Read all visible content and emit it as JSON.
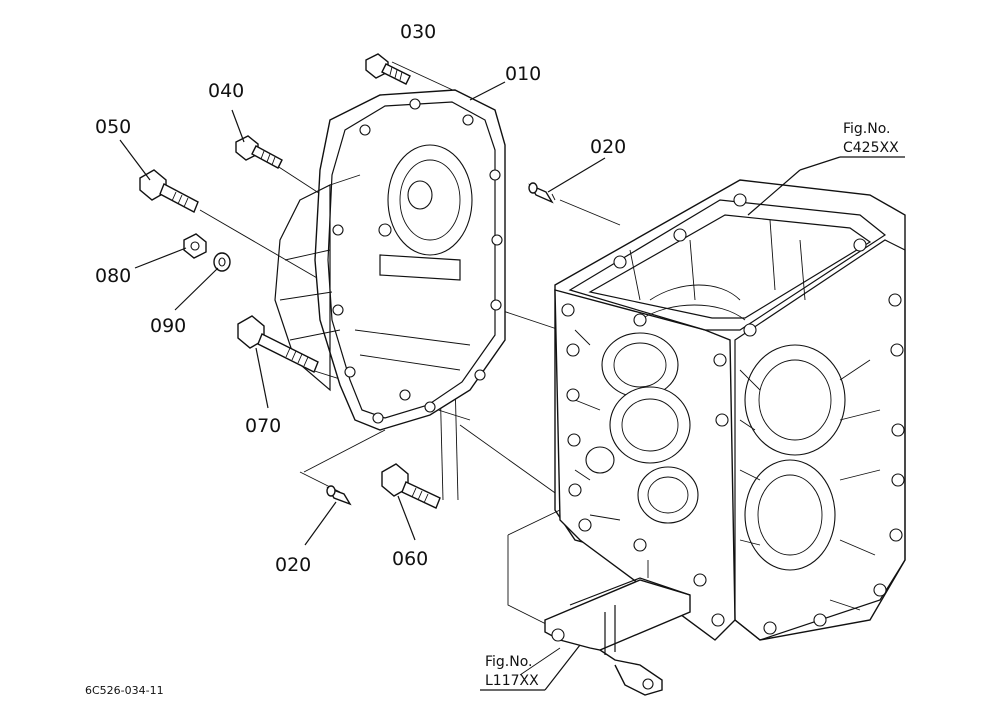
{
  "diagram": {
    "callouts": [
      {
        "id": "030",
        "text": "030"
      },
      {
        "id": "010",
        "text": "010"
      },
      {
        "id": "040",
        "text": "040"
      },
      {
        "id": "050",
        "text": "050"
      },
      {
        "id": "020a",
        "text": "020"
      },
      {
        "id": "080",
        "text": "080"
      },
      {
        "id": "090",
        "text": "090"
      },
      {
        "id": "070",
        "text": "070"
      },
      {
        "id": "020b",
        "text": "020"
      },
      {
        "id": "060",
        "text": "060"
      }
    ],
    "fig_refs": [
      {
        "line1": "Fig.No.",
        "line2": "C425XX"
      },
      {
        "line1": "Fig.No.",
        "line2": "L117XX"
      }
    ],
    "drawing_code": "6C526-034-11"
  }
}
